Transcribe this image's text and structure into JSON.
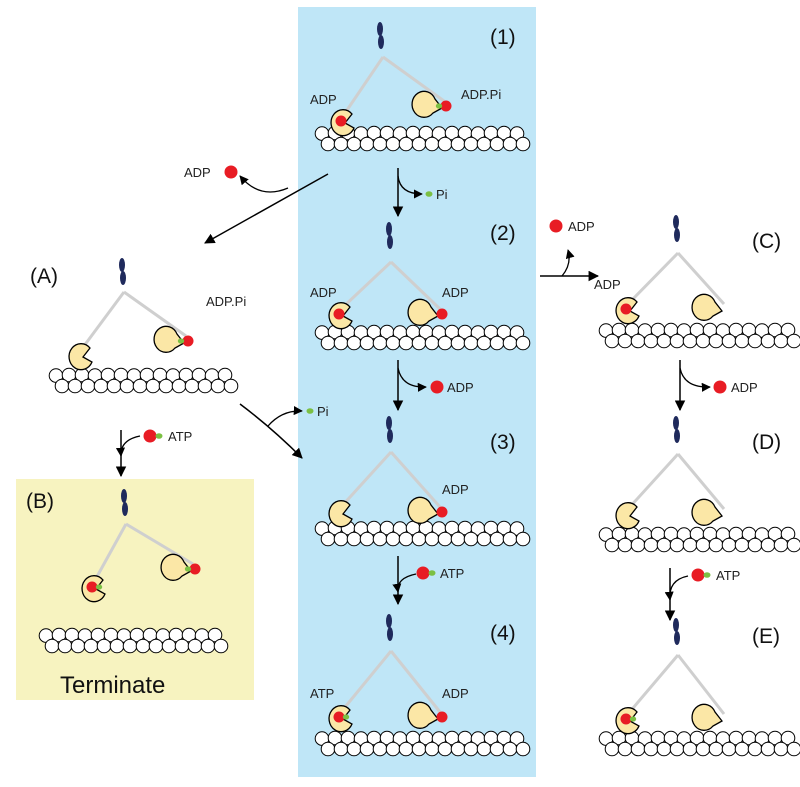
{
  "colors": {
    "center_panel": "#bfe6f7",
    "terminate_panel": "#f7f3c0",
    "head": "#fbe7a6",
    "adp_dot": "#e81c24",
    "pi_dot": "#7bc043",
    "neck": "#1f2a5c",
    "actin": "#ffffff"
  },
  "states": [
    {
      "id": "1",
      "label": "(1)",
      "left_label": "ADP",
      "right_label": "ADP.Pi"
    },
    {
      "id": "2",
      "label": "(2)",
      "left_label": "ADP",
      "right_label": "ADP"
    },
    {
      "id": "3",
      "label": "(3)",
      "left_label": "",
      "right_label": "ADP"
    },
    {
      "id": "4",
      "label": "(4)",
      "left_label": "ATP",
      "right_label": "ADP"
    },
    {
      "id": "A",
      "label": "(A)",
      "left_label": "",
      "right_label": "ADP.Pi"
    },
    {
      "id": "B",
      "label": "(B)",
      "left_label": "",
      "right_label": ""
    },
    {
      "id": "C",
      "label": "(C)",
      "left_label": "ADP",
      "right_label": ""
    },
    {
      "id": "D",
      "label": "(D)",
      "left_label": "",
      "right_label": ""
    },
    {
      "id": "E",
      "label": "(E)",
      "left_label": "",
      "right_label": ""
    }
  ],
  "transitions": {
    "t1_A": "ADP",
    "t1_2": "Pi",
    "t2_3": "ADP",
    "t2_C": "ADP",
    "tA_3": "Pi",
    "tA_B": "ATP",
    "t3_4": "ATP",
    "tC_D": "ADP",
    "tD_E": "ATP"
  },
  "terminate_label": "Terminate"
}
